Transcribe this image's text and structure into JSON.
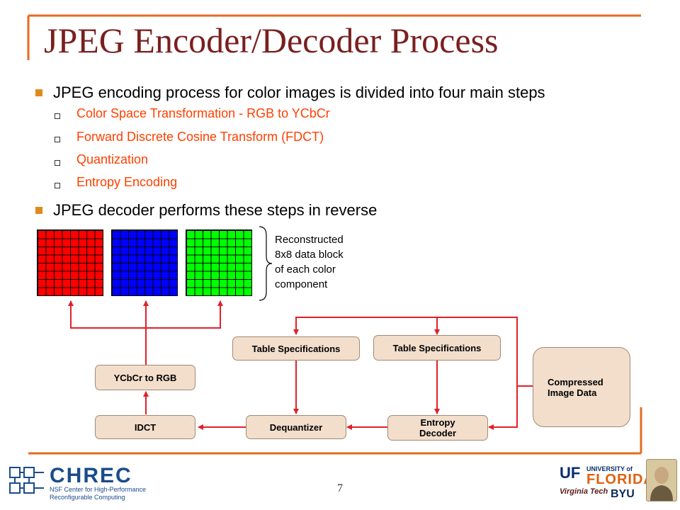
{
  "slide": {
    "title": "JPEG Encoder/Decoder Process",
    "page_number": "7"
  },
  "bullets": {
    "main1": "JPEG encoding process for color images is divided into four main steps",
    "sub": [
      "Color Space Transformation - RGB to YCbCr",
      "Forward Discrete Cosine Transform (FDCT)",
      "Quantization",
      "Entropy Encoding"
    ],
    "main2": "JPEG decoder performs these steps in reverse"
  },
  "diagram": {
    "reconstructed_label": [
      "Reconstructed",
      "8x8 data block",
      "of each color",
      "component"
    ],
    "blocks": {
      "table_spec_1": "Table Specifications",
      "table_spec_2": "Table Specifications",
      "ycbcr_to_rgb": "YCbCr to RGB",
      "compressed": [
        "Compressed",
        "Image Data"
      ],
      "idct": "IDCT",
      "dequantizer": "Dequantizer",
      "entropy_decoder": [
        "Entropy",
        "Decoder"
      ]
    },
    "colors": {
      "red_block": "#ff0000",
      "blue_block": "#0000ff",
      "green_block": "#00ff00",
      "arrow": "#e0202a",
      "box_fill": "#f2decb"
    }
  },
  "logos": {
    "chrec_name": "CHREC",
    "chrec_subtitle": [
      "NSF Center for High-Performance",
      "Reconfigurable Computing"
    ],
    "uf_mark": "UF",
    "uf_university_of": "UNIVERSITY of",
    "uf_florida": "FLORIDA",
    "virginia_tech": "Virginia Tech",
    "byu": "BYU"
  }
}
